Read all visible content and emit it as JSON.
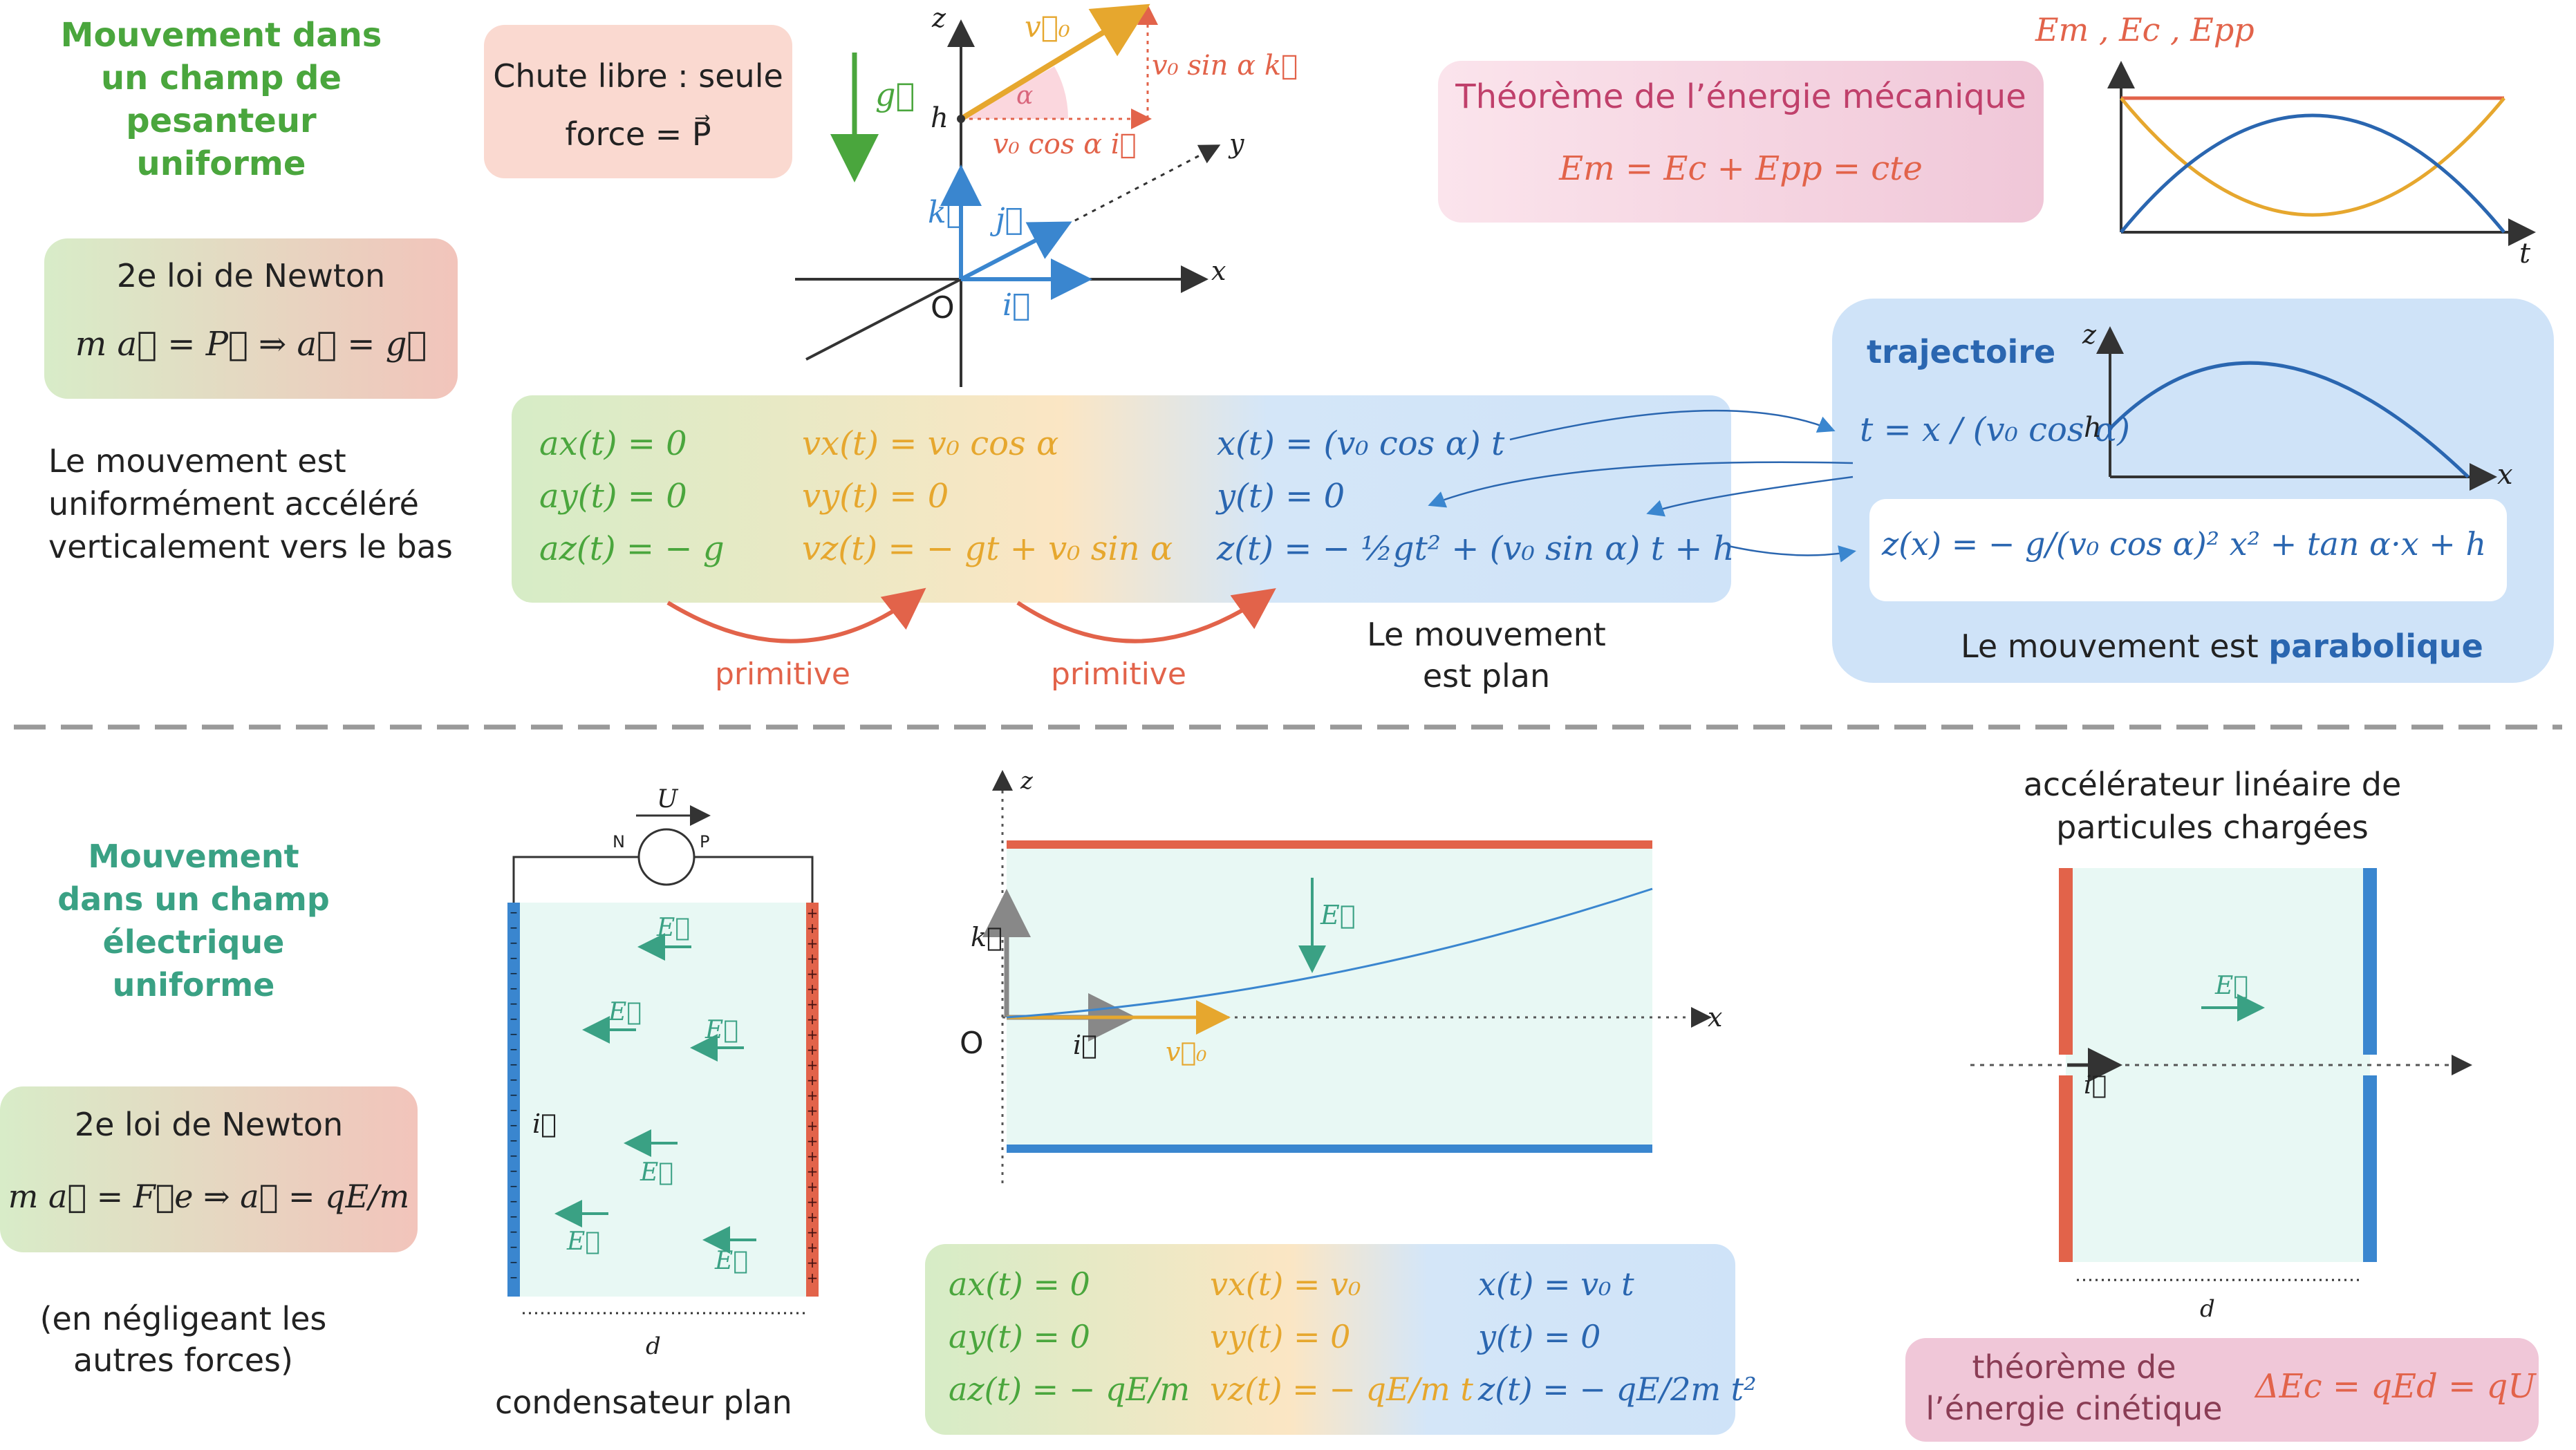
{
  "gravity": {
    "title": "Mouvement dans un champ de pesanteur uniforme",
    "newton_title": "2e loi de Newton",
    "newton_eq": "m a⃗ = P⃗  ⇒  a⃗ = g⃗",
    "motion_note": "Le mouvement est uniformément accéléré verticalement vers le bas",
    "free_fall": "Chute libre : seule force = P⃗",
    "g_label": "g⃗",
    "axes": {
      "z": "z",
      "x": "x",
      "y": "y",
      "origin": "O",
      "h": "h",
      "i": "i⃗",
      "j": "j⃗",
      "k": "k⃗"
    },
    "v0_label": "v⃗₀",
    "alpha": "α",
    "v0_sin": "v₀ sin α k⃗",
    "v0_cos": "v₀ cos α i⃗",
    "energy_title": "Théorème de l’énergie mécanique",
    "energy_eq": "Em = Ec + Epp = cte",
    "energy_graph_label": "Em , Ec , Epp",
    "energy_graph_t": "t",
    "acc_eqs": [
      "ax(t) = 0",
      "ay(t) = 0",
      "az(t) = − g"
    ],
    "vel_eqs": [
      "vx(t) = v₀ cos α",
      "vy(t) = 0",
      "vz(t) = − gt + v₀ sin α"
    ],
    "pos_eqs": [
      "x(t) = (v₀ cos α) t",
      "y(t) = 0",
      "z(t) = − ½gt² + (v₀ sin α) t + h"
    ],
    "primitive_1": "primitive",
    "primitive_2": "primitive",
    "plan_note": "Le mouvement est plan",
    "plan_bold": "plan",
    "trajectoire": "trajectoire",
    "t_eq": "t = x / (v₀ cos α)",
    "z_eq": "z(x) = − g/(v₀ cos α)² x² + tan α·x + h",
    "parabolic_note": "Le mouvement est",
    "parabolic_bold": "parabolique",
    "traj_axes": {
      "z": "z",
      "h": "h",
      "x": "x"
    }
  },
  "electric": {
    "title": "Mouvement dans un champ électrique uniforme",
    "newton_title": "2e loi de Newton",
    "newton_eq": "m a⃗ = F⃗e  ⇒  a⃗ = qE/m",
    "neglect_note": "(en négligeant les autres forces)",
    "capacitor_label": "condensateur plan",
    "U": "U",
    "N": "N",
    "P": "P",
    "E": "E⃗",
    "i": "i⃗",
    "d": "d",
    "plate_axes": {
      "z": "z",
      "k": "k⃗",
      "origin": "O",
      "i": "i⃗",
      "v0": "v⃗₀",
      "x": "x"
    },
    "acc_eqs": [
      "ax(t) = 0",
      "ay(t) = 0",
      "az(t) = − qE/m"
    ],
    "vel_eqs": [
      "vx(t) = v₀",
      "vy(t) = 0",
      "vz(t) = − qE/m t"
    ],
    "pos_eqs": [
      "x(t) = v₀ t",
      "y(t) = 0",
      "z(t) = − qE/2m t²"
    ],
    "accelerator_title": "accélérateur linéaire de particules chargées",
    "kinetic_title": "théorème de l’énergie cinétique",
    "kinetic_eq": "ΔEc = qEd = qU"
  },
  "colors": {
    "red": "#e2634a",
    "blue": "#3a86cf",
    "green": "#4aa63d",
    "orange": "#e6a72e",
    "teal": "#3aa184",
    "field_bg": "#e8f8f4"
  }
}
